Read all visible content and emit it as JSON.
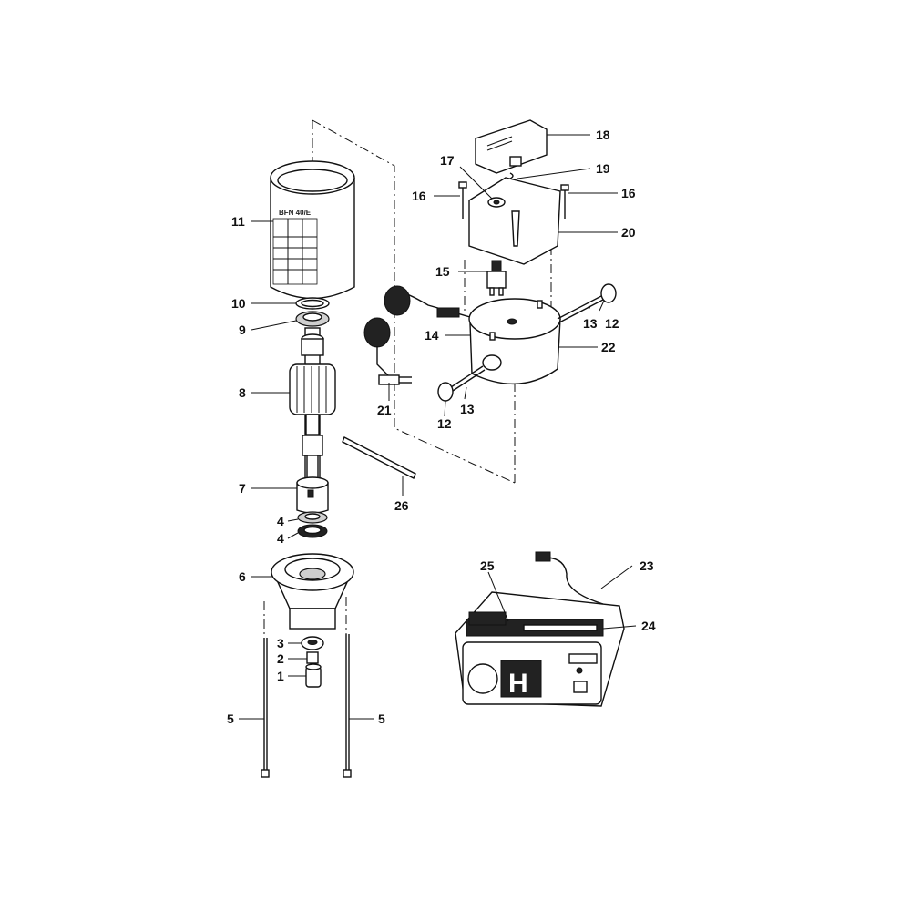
{
  "callouts": [
    {
      "id": "c1",
      "label": "1"
    },
    {
      "id": "c2",
      "label": "2"
    },
    {
      "id": "c3",
      "label": "3"
    },
    {
      "id": "c4a",
      "label": "4"
    },
    {
      "id": "c4b",
      "label": "4"
    },
    {
      "id": "c5a",
      "label": "5"
    },
    {
      "id": "c5b",
      "label": "5"
    },
    {
      "id": "c6",
      "label": "6"
    },
    {
      "id": "c7",
      "label": "7"
    },
    {
      "id": "c8",
      "label": "8"
    },
    {
      "id": "c9",
      "label": "9"
    },
    {
      "id": "c10",
      "label": "10"
    },
    {
      "id": "c11",
      "label": "11"
    },
    {
      "id": "c12a",
      "label": "12"
    },
    {
      "id": "c12b",
      "label": "12"
    },
    {
      "id": "c13a",
      "label": "13"
    },
    {
      "id": "c13b",
      "label": "13"
    },
    {
      "id": "c14",
      "label": "14"
    },
    {
      "id": "c15",
      "label": "15"
    },
    {
      "id": "c16a",
      "label": "16"
    },
    {
      "id": "c16b",
      "label": "16"
    },
    {
      "id": "c17",
      "label": "17"
    },
    {
      "id": "c18",
      "label": "18"
    },
    {
      "id": "c19",
      "label": "19"
    },
    {
      "id": "c20",
      "label": "20"
    },
    {
      "id": "c21",
      "label": "21"
    },
    {
      "id": "c22",
      "label": "22"
    },
    {
      "id": "c23",
      "label": "23"
    },
    {
      "id": "c24",
      "label": "24"
    },
    {
      "id": "c25",
      "label": "25"
    },
    {
      "id": "c26",
      "label": "26"
    }
  ],
  "cylinder_label": "BFN 40/E",
  "control_box_label": "H"
}
